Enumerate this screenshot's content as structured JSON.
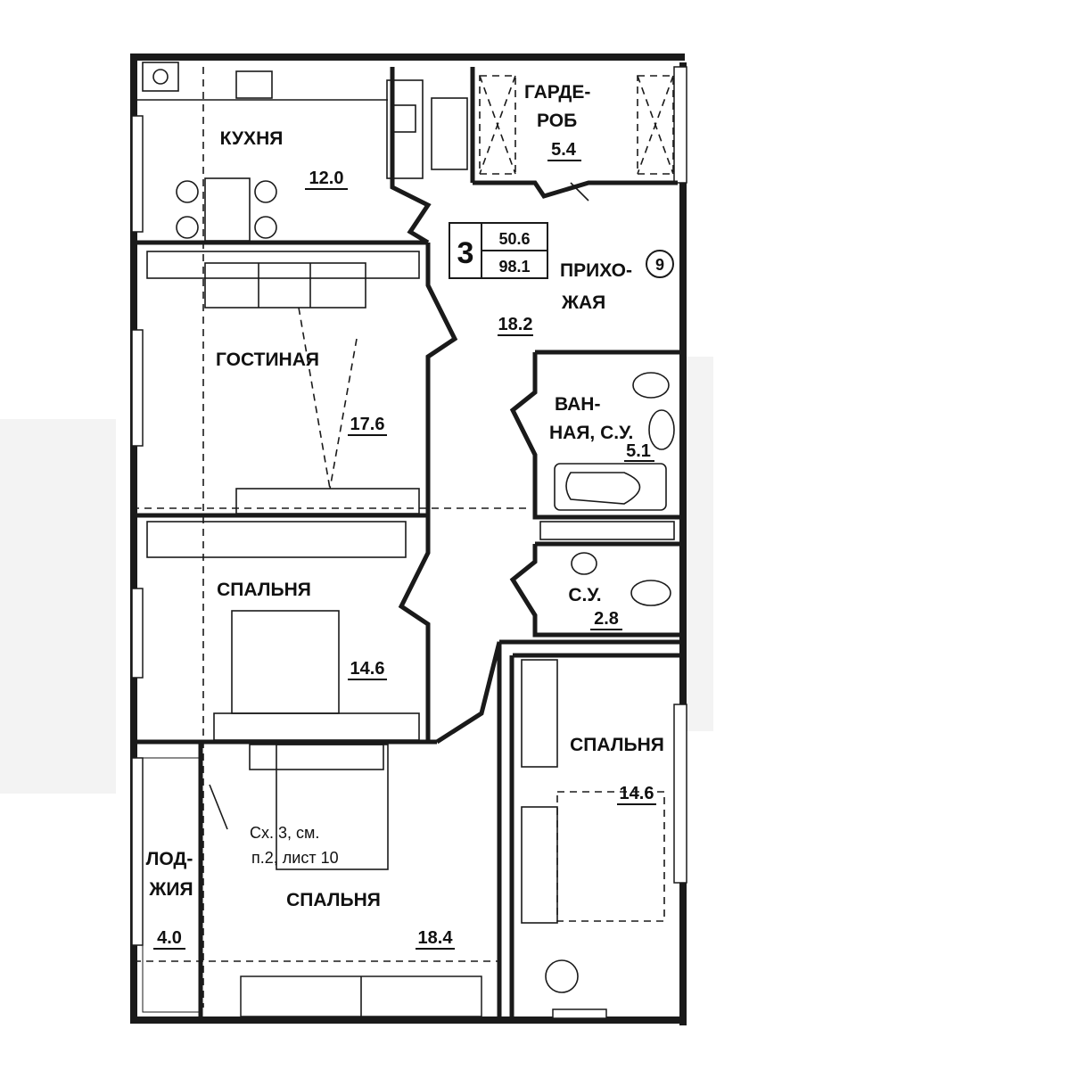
{
  "plan": {
    "rooms_count": "3",
    "living_area": "50.6",
    "total_area": "98.1",
    "apartment_number": "9",
    "rooms": [
      {
        "key": "kitchen",
        "name": "КУХНЯ",
        "area": "12.0"
      },
      {
        "key": "wardrobe",
        "name_line1": "ГАРДЕ-",
        "name_line2": "РОБ",
        "area": "5.4"
      },
      {
        "key": "hall",
        "name_line1": "ПРИХО-",
        "name_line2": "ЖАЯ",
        "area": "18.2"
      },
      {
        "key": "living",
        "name": "ГОСТИНАЯ",
        "area": "17.6"
      },
      {
        "key": "bath",
        "name_line1": "ВАН-",
        "name_line2": "НАЯ, С.У.",
        "area": "5.1"
      },
      {
        "key": "bedroom1",
        "name": "СПАЛЬНЯ",
        "area": "14.6"
      },
      {
        "key": "wc",
        "name": "С.У.",
        "area": "2.8"
      },
      {
        "key": "bedroom2",
        "name": "СПАЛЬНЯ",
        "area": "14.6"
      },
      {
        "key": "bedroom3",
        "name": "СПАЛЬНЯ",
        "area": "18.4"
      },
      {
        "key": "loggia",
        "name_line1": "ЛОД-",
        "name_line2": "ЖИЯ",
        "area": "4.0"
      }
    ],
    "note_line1": "Сх. 3, см.",
    "note_line2": "п.2, лист 10"
  }
}
